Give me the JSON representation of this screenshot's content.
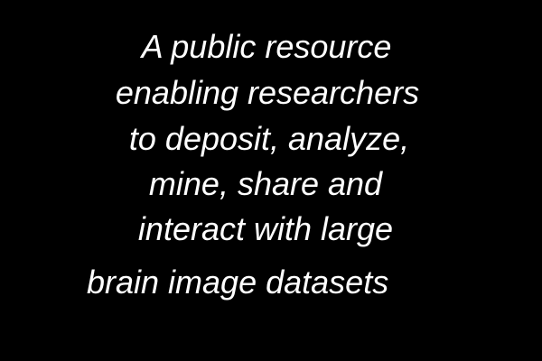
{
  "slide": {
    "background_color": "#000000",
    "text_color": "#ffffff",
    "lines": [
      "A public resource",
      "enabling researchers",
      "to deposit, analyze,",
      "mine, share and",
      "interact with large",
      "brain image datasets"
    ]
  }
}
